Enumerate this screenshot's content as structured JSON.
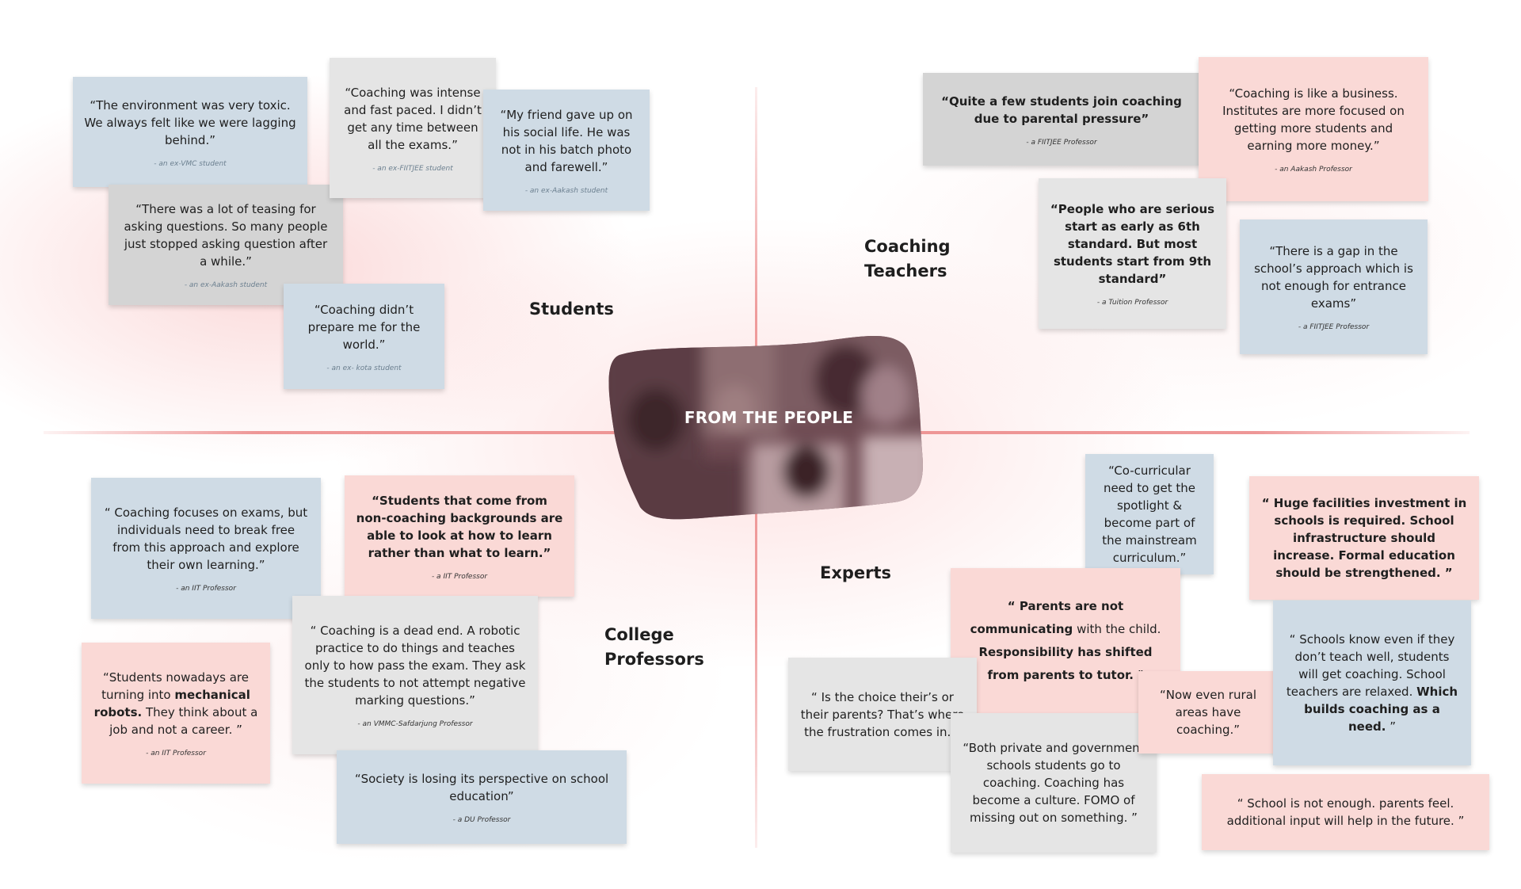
{
  "center": {
    "title": "FROM THE PEOPLE"
  },
  "categories": {
    "students": "Students",
    "coaching_teachers_line1": "Coaching",
    "coaching_teachers_line2": "Teachers",
    "college_professors_line1": "College",
    "college_professors_line2": "Professors",
    "experts": "Experts"
  },
  "quotes": {
    "students": [
      {
        "text": "“The environment was very toxic. We always felt like we were lagging behind.”",
        "author": "- an ex-VMC student"
      },
      {
        "text": "“Coaching was intense and fast paced. I didn’t get any time between all the exams.”",
        "author": "- an ex-FIITJEE student"
      },
      {
        "text": "“My friend gave up on his social life. He was not in his batch photo and farewell.”",
        "author": "- an ex-Aakash student"
      },
      {
        "text": "“There was a lot of teasing for asking questions. So many people just stopped asking question after a while.”",
        "author": "- an ex-Aakash student"
      },
      {
        "text": "“Coaching didn’t prepare me for the world.”",
        "author": "- an ex- kota student"
      }
    ],
    "teachers": [
      {
        "text": "“Quite a few students join coaching due to parental pressure”",
        "author": "- a FIITJEE Professor"
      },
      {
        "text": "“Coaching is like a business. Institutes are more focused on getting more students and earning more money.”",
        "author": "- an Aakash Professor"
      },
      {
        "text": "“People who are serious start as early as 6th standard. But most students start from 9th standard”",
        "author": "- a Tuition Professor"
      },
      {
        "text": "“There is a gap in the school’s approach which is not enough for entrance exams”",
        "author": "- a FIITJEE Professor"
      }
    ],
    "professors": [
      {
        "text": "“ Coaching focuses on exams, but individuals need to break free from this approach and explore their own learning.”",
        "author": "- an IIT Professor"
      },
      {
        "text": "“Students that come from non-coaching backgrounds are able to look at how to learn rather than what to learn.”",
        "author": "- a IIT Professor"
      },
      {
        "text": "“ Coaching is a dead end. A robotic practice to do things and teaches only to how pass the exam.  They ask the students to not attempt negative marking questions.”",
        "author": "- an VMMC-Safdarjung Professor"
      },
      {
        "t1": "“Students nowadays are turning into",
        "t2": "mechanical robots.",
        "t3": "They think about a job and not a career. ”",
        "author": "- an IIT Professor"
      },
      {
        "text": "“Society is losing its perspective on school education”",
        "author": "- a DU Professor"
      }
    ],
    "experts": [
      {
        "text": "“Co-curricular need to get the spotlight & become part of the mainstream curriculum.”"
      },
      {
        "text": "“ Huge facilities investment in schools is required. School infrastructure should increase. Formal education should be strengthened.  ”"
      },
      {
        "t1": "“ Parents are not",
        "t2": "communicating",
        "t3": "with the child.",
        "t4": "Responsibility has shifted from parents to tutor.",
        "t5": "”"
      },
      {
        "text": "“ Is the choice their’s or their parents? That’s where the frustration comes in. ”"
      },
      {
        "text": "“Now even rural areas have coaching.”"
      },
      {
        "t1": "“ Schools know even if they don’t teach well, students will get coaching. School teachers are relaxed.",
        "t2": "Which builds coaching as a need.",
        "t3": "”"
      },
      {
        "text": "“Both private and government schools students go to coaching. Coaching has become a culture. FOMO of missing out on something. ”"
      },
      {
        "text": "“ School is not enough. parents feel. additional input will help in the future. ”"
      }
    ]
  },
  "colors": {
    "axis": "#ec8c8c",
    "note_blue": "#cfdbe5",
    "note_grey": "#d4d4d4",
    "note_light": "#e5e5e5",
    "note_pink": "#fad9d6",
    "center_blob": "#6e4a52"
  }
}
